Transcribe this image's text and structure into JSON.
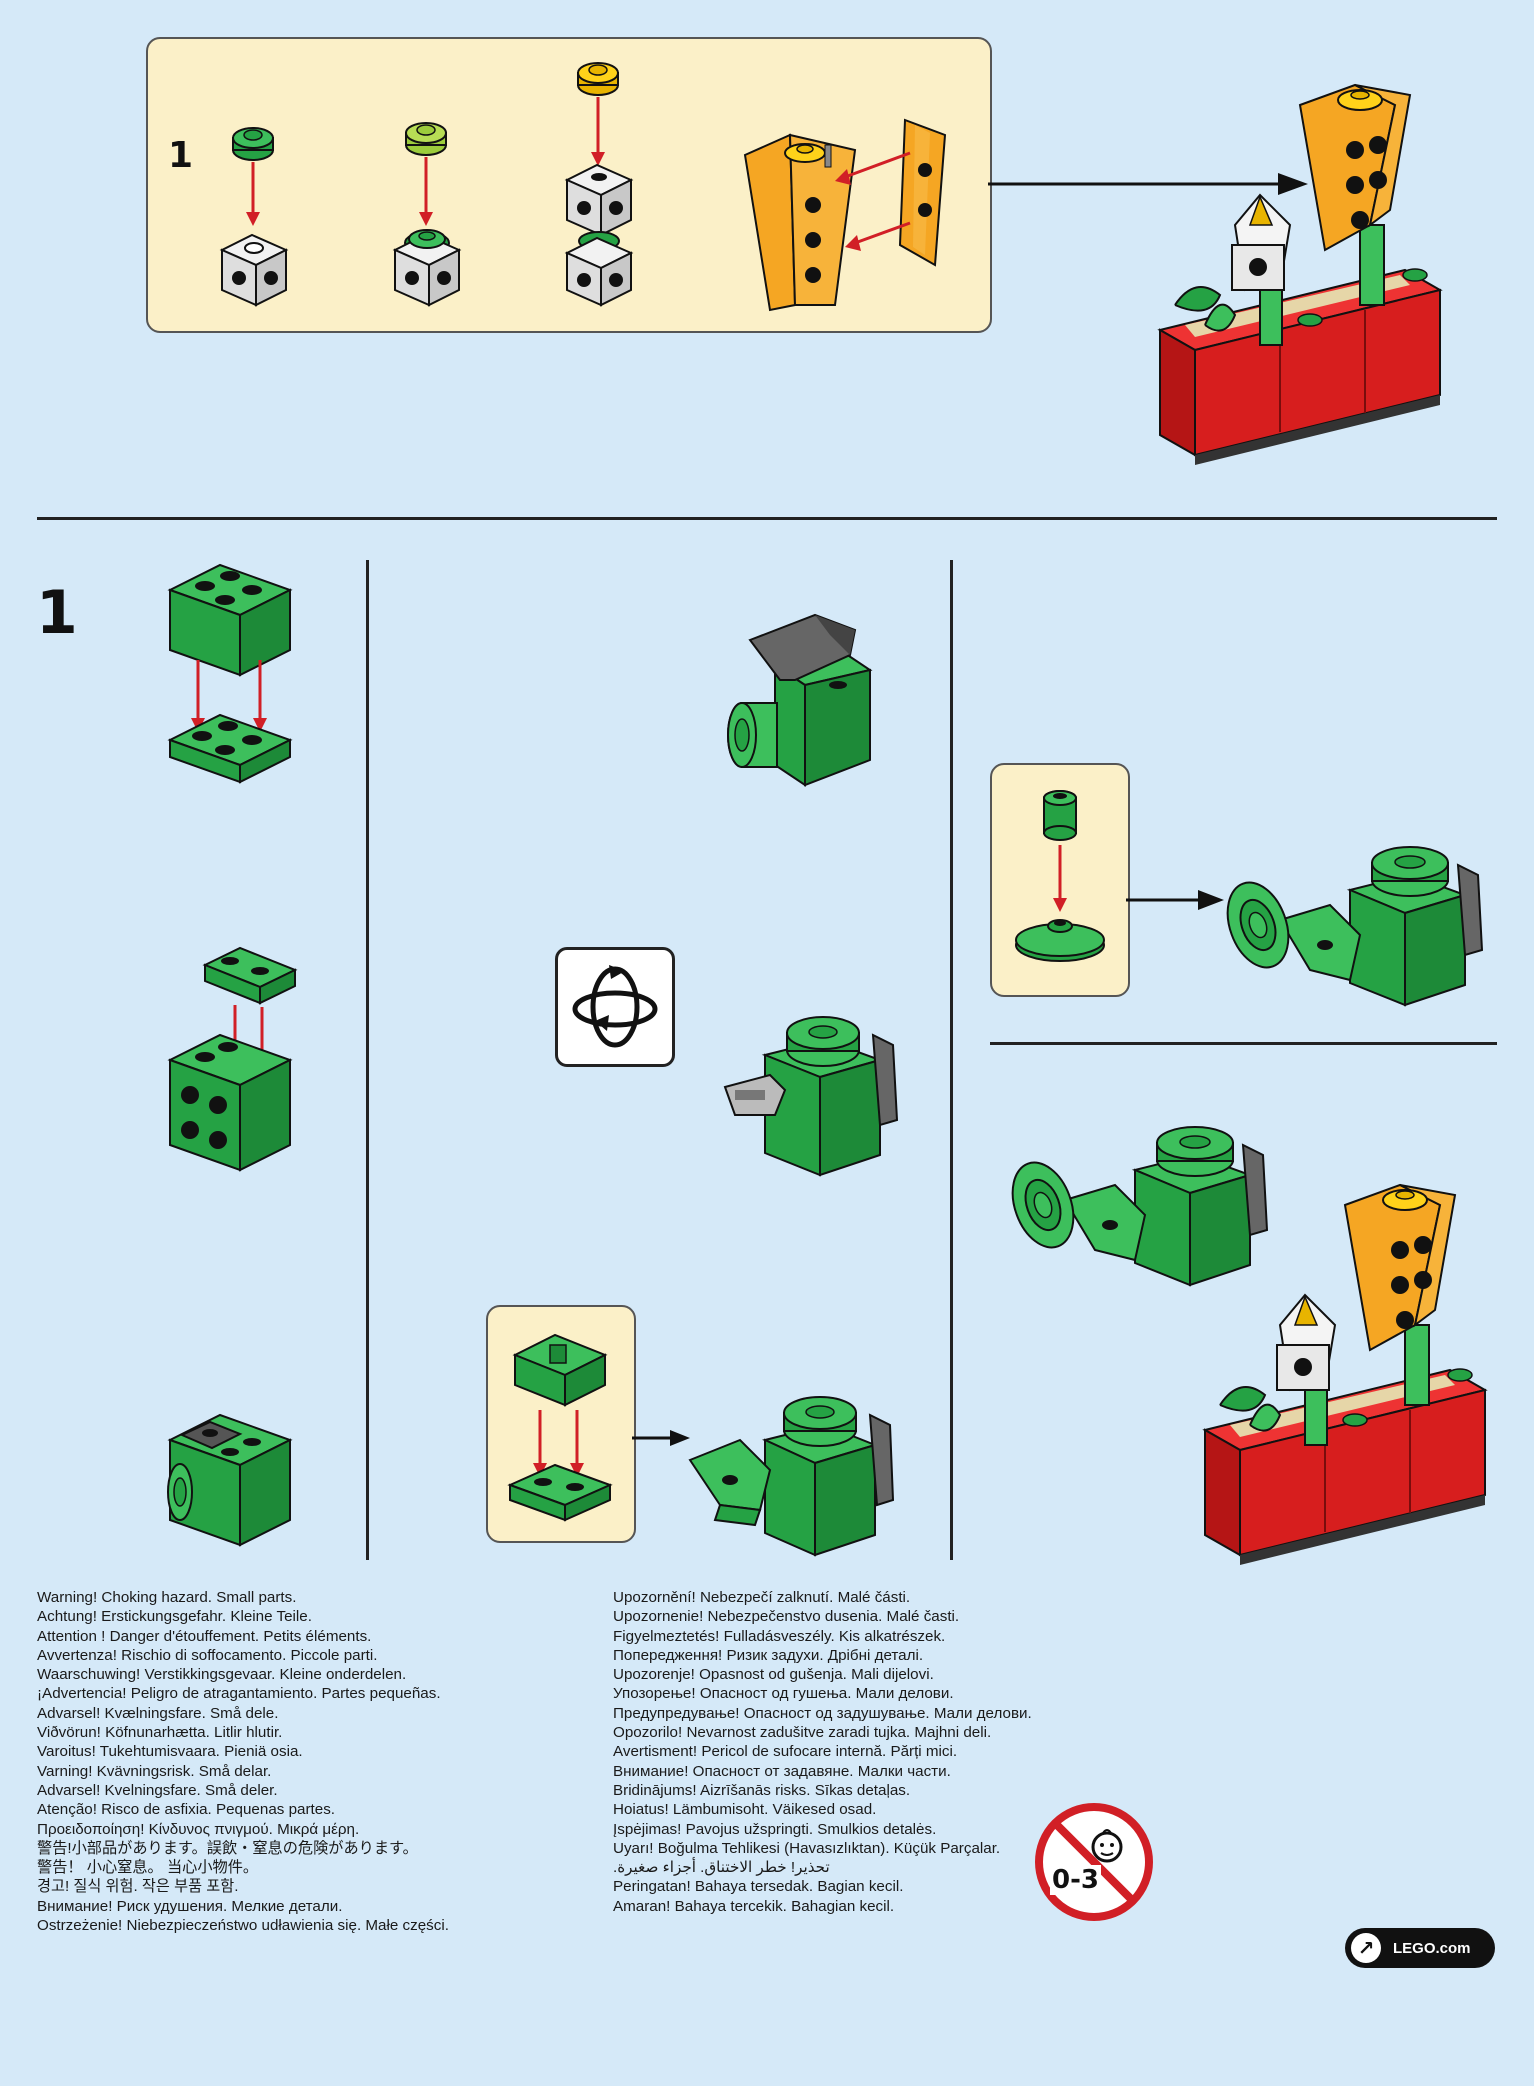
{
  "subassembly": {
    "step": "1"
  },
  "main_step": {
    "step": "1"
  },
  "warnings_left": [
    "Warning! Choking hazard. Small parts.",
    "Achtung! Erstickungsgefahr. Kleine Teile.",
    "Attention ! Danger d'étouffement. Petits éléments.",
    "Avvertenza! Rischio di soffocamento. Piccole parti.",
    "Waarschuwing! Verstikkingsgevaar. Kleine onderdelen.",
    "¡Advertencia! Peligro de atragantamiento. Partes pequeñas.",
    "Advarsel! Kvælningsfare. Små dele.",
    "Viðvörun! Köfnunarhætta. Litlir hlutir.",
    "Varoitus! Tukehtumisvaara. Pieniä osia.",
    "Varning! Kvävningsrisk. Små delar.",
    "Advarsel! Kvelningsfare. Små deler.",
    "Atenção! Risco de asfixia. Pequenas partes.",
    "Προειδοποίηση! Κίνδυνος πνιγμού. Μικρά μέρη.",
    "警告!小部品があります。誤飲・窒息の危険があります。",
    "警告！ 小心窒息。 当心小物件。",
    "경고! 질식 위험. 작은 부품 포함.",
    "Внимание! Риск удушения. Мелкие детали.",
    "Ostrzeżenie! Niebezpieczeństwo udławienia się. Małe części."
  ],
  "warnings_right": [
    "Upozornění! Nebezpečí zalknutí. Malé části.",
    "Upozornenie! Nebezpečenstvo dusenia. Malé časti.",
    "Figyelmeztetés! Fulladásveszély. Kis alkatrészek.",
    "Попередження! Ризик задухи. Дрібні деталі.",
    "Upozorenje! Opasnost od gušenja. Mali dijelovi.",
    "Упозорење! Опасност од гушења. Мали делови.",
    "Предупредување! Опасност од задушување. Мали делови.",
    "Opozorilo! Nevarnost zadušitve zaradi tujka. Majhni deli.",
    "Avertisment! Pericol de sufocare internă. Părți mici.",
    "Внимание! Опасност от задавяне. Малки части.",
    "Bridinājums! Aizrīšanās risks. Sīkas detaļas.",
    "Hoiatus! Lämbumisoht. Väikesed osad.",
    "Įspėjimas! Pavojus užspringti. Smulkios detalės.",
    "Uyarı! Boğulma Tehlikesi (Havasızlıktan). Küçük Parçalar.",
    "تحذير! خطر الاختناق. أجزاء صغيرة.",
    "Peringatan! Bahaya tersedak. Bagian kecil.",
    "Amaran! Bahaya tercekik. Bahagian kecil."
  ],
  "age_badge": {
    "text": "0-3"
  },
  "lego_link": {
    "text": "LEGO.com"
  },
  "colors": {
    "background": "#d5e9f8",
    "callout": "#fbf0c8",
    "brick_green": "#25a244",
    "arrow_red": "#d11f26",
    "planter_red": "#d71e1e",
    "yellow_part": "#f5a623"
  }
}
